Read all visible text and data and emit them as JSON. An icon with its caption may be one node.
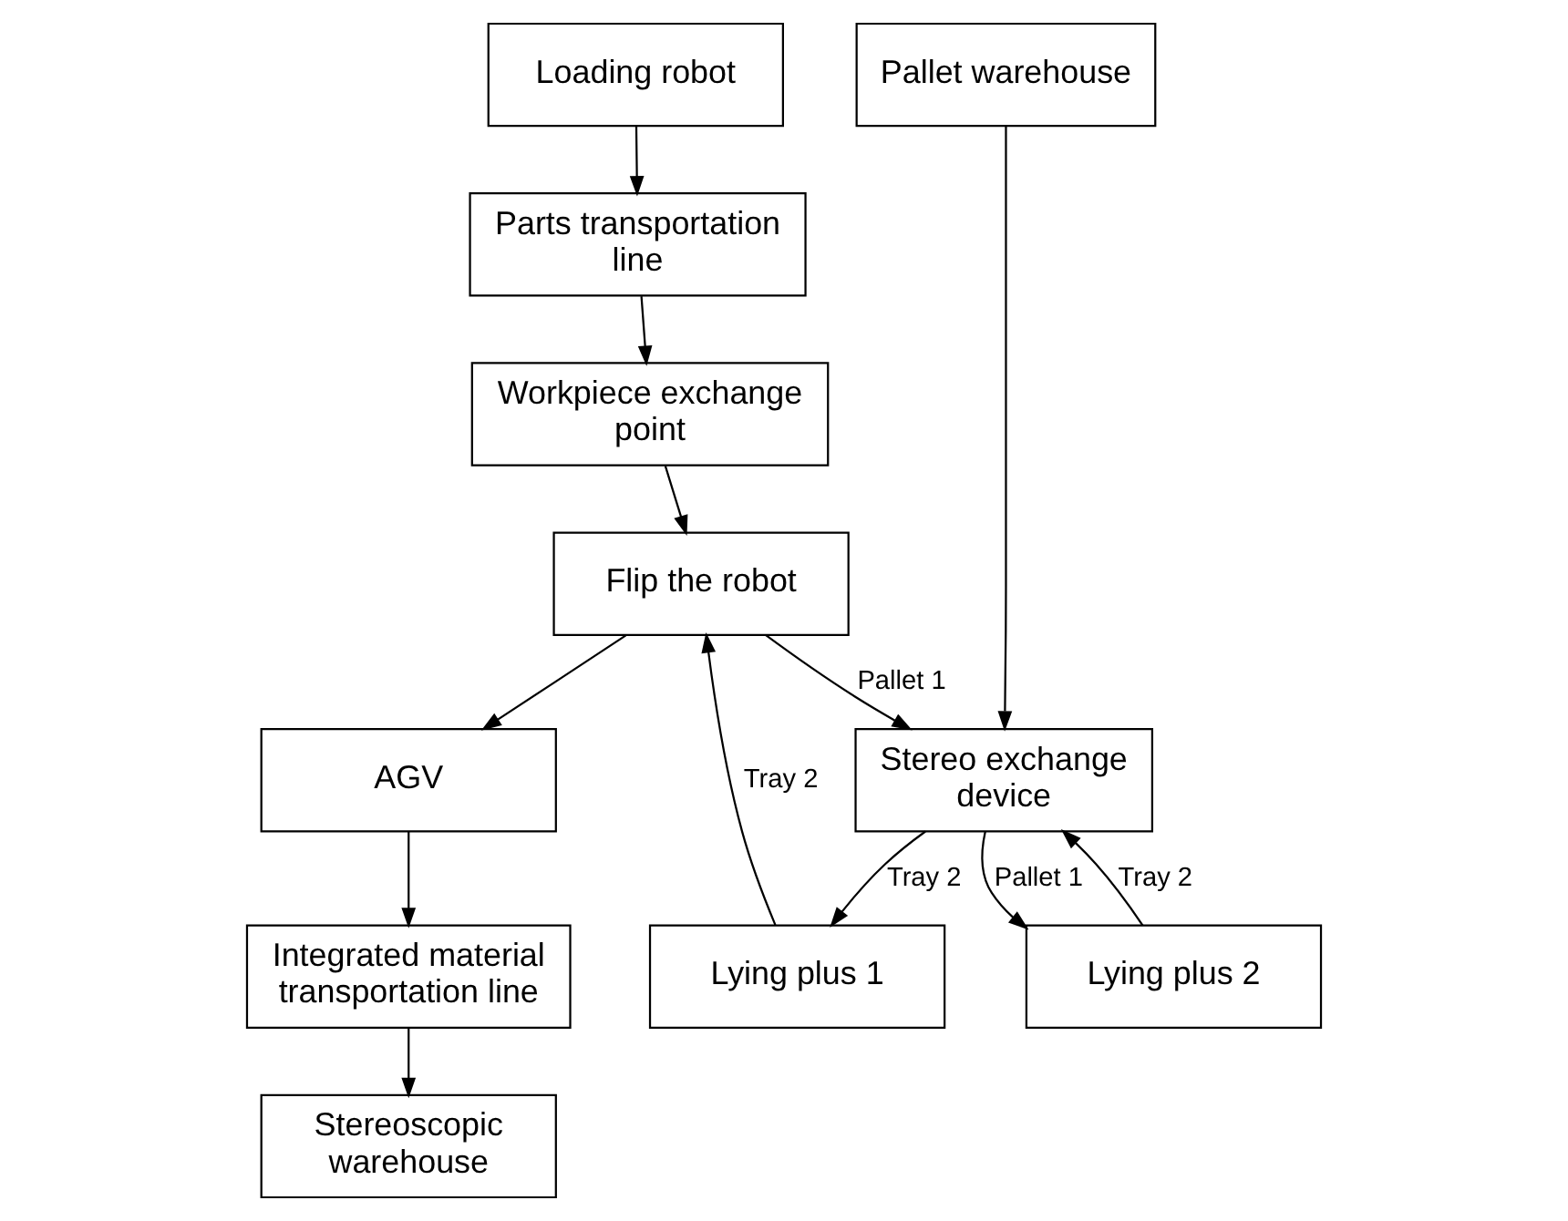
{
  "diagram": {
    "nodes": [
      {
        "text": [
          "Loading robot"
        ]
      },
      {
        "text": [
          "Pallet warehouse"
        ]
      },
      {
        "text": [
          "Parts transportation line"
        ]
      },
      {
        "text": [
          "Stereo exchange device"
        ]
      },
      {
        "text": [
          "Workpiece exchange point"
        ]
      },
      {
        "text": [
          "Lying plus 2"
        ]
      },
      {
        "text": [
          "Flip the robot"
        ]
      },
      {
        "text": [
          "Lying plus 1"
        ]
      },
      {
        "text": [
          "AGV"
        ]
      },
      {
        "text": [
          "Integrated material transportation line"
        ]
      },
      {
        "text": [
          "Stereoscopic warehouse"
        ]
      }
    ],
    "edges": [
      {
        "from": 0,
        "to": 2,
        "arrow": "to"
      },
      {
        "from": 2,
        "to": 4,
        "arrow": "to"
      },
      {
        "from": 4,
        "to": 6,
        "arrow": "to"
      },
      {
        "from": 6,
        "to": 8,
        "arrow": "to"
      },
      {
        "from": 1,
        "to": 3,
        "arrow": "to"
      },
      {
        "from": 6,
        "to": 3,
        "arrow": "to",
        "label": "Pallet 1"
      },
      {
        "from": 3,
        "to": 5,
        "arrow": "to",
        "label": "Pallet 1"
      },
      {
        "from": 5,
        "to": 3,
        "arrow": "to",
        "label": "Tray 2"
      },
      {
        "from": 3,
        "to": 7,
        "arrow": "to",
        "label": "Tray 2"
      },
      {
        "from": 7,
        "to": 6,
        "arrow": "to",
        "label": "Tray 2"
      },
      {
        "from": 8,
        "to": 9,
        "arrow": "to"
      },
      {
        "from": 9,
        "to": 10,
        "arrow": "to"
      }
    ]
  }
}
